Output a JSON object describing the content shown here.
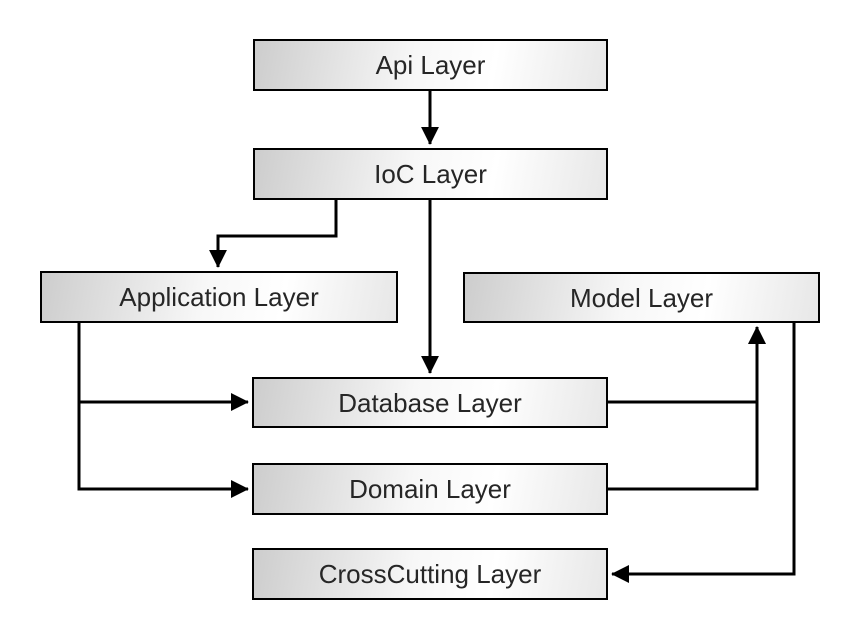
{
  "diagram": {
    "nodes": [
      {
        "id": "api",
        "label": "Api Layer"
      },
      {
        "id": "ioc",
        "label": "IoC Layer"
      },
      {
        "id": "application",
        "label": "Application Layer"
      },
      {
        "id": "model",
        "label": "Model Layer"
      },
      {
        "id": "database",
        "label": "Database Layer"
      },
      {
        "id": "domain",
        "label": "Domain Layer"
      },
      {
        "id": "crosscutting",
        "label": "CrossCutting Layer"
      }
    ],
    "edges": [
      {
        "from": "Api Layer",
        "to": "IoC Layer"
      },
      {
        "from": "IoC Layer",
        "to": "Application Layer"
      },
      {
        "from": "IoC Layer",
        "to": "Database Layer"
      },
      {
        "from": "Application Layer",
        "to": "Database Layer"
      },
      {
        "from": "Application Layer",
        "to": "Domain Layer"
      },
      {
        "from": "Database Layer",
        "to": "Model Layer"
      },
      {
        "from": "Domain Layer",
        "to": "Model Layer"
      },
      {
        "from": "Model Layer",
        "to": "CrossCutting Layer"
      }
    ],
    "colors": {
      "background": "#ffffff",
      "node_border": "#000000",
      "node_fill_start": "#cdcdcd",
      "node_fill_end": "#ffffff",
      "edge_stroke": "#000000",
      "label_text": "#262626"
    }
  }
}
